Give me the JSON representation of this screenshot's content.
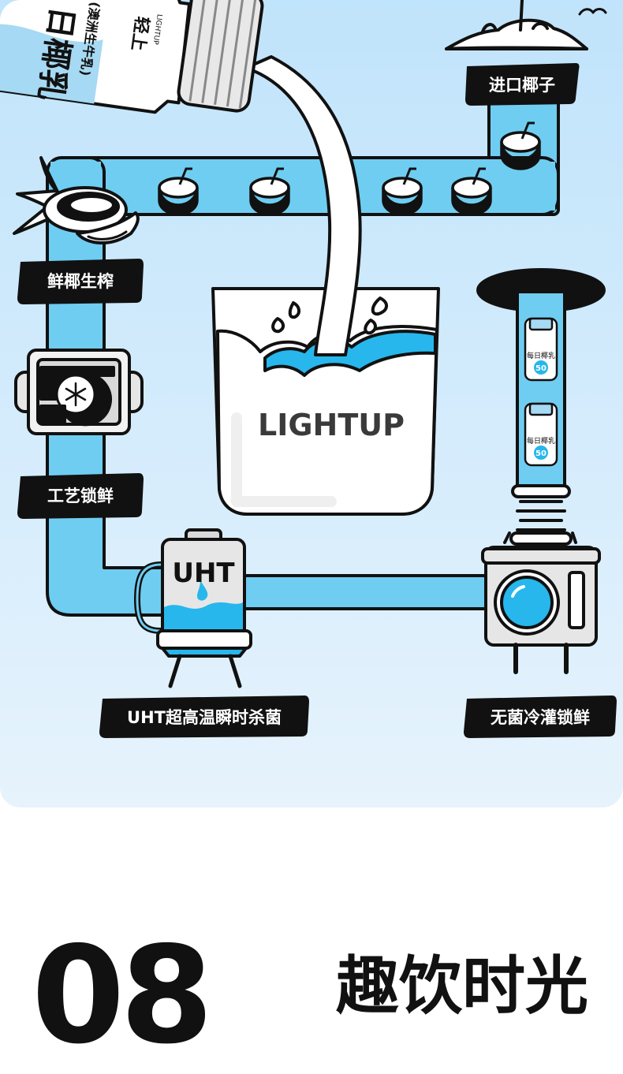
{
  "steps": {
    "imported_coconut": "进口椰子",
    "fresh_pressed": "鲜椰生榨",
    "process_lock": "工艺锁鲜",
    "uht": "UHT超高温瞬时杀菌",
    "aseptic": "无菌冷灌锁鲜"
  },
  "uht_tank_label": "UHT",
  "cup_brand": "LIGHTUP",
  "product": {
    "brand_cn": "轻上",
    "brand_en": "LIGHTUP",
    "name_fragment": "日椰乳",
    "sub_fragment": "(澳洲生牛乳)",
    "mini_label": "每日椰乳",
    "mini_number": "50"
  },
  "section": {
    "number": "08",
    "title": "趣饮时光"
  },
  "colors": {
    "sky_top": "#bfe3fb",
    "sky_bottom": "#e4f2fc",
    "pipe": "#6fcdf1",
    "water": "#27b7ec",
    "outline": "#111111",
    "label_bg": "#111111"
  }
}
